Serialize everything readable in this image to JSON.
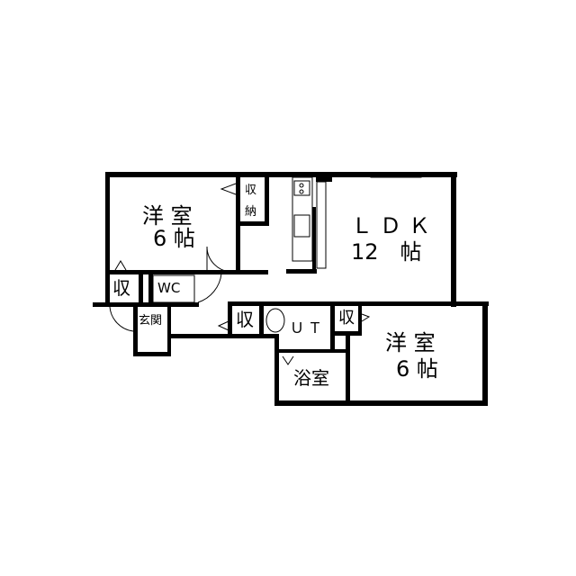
{
  "floor_plan": {
    "rooms": {
      "bedroom_1": {
        "name": "洋 室",
        "size": "6 帖"
      },
      "ldk": {
        "name": "ＬＤＫ",
        "size": "12　帖"
      },
      "bedroom_2": {
        "name": "洋 室",
        "size": "6 帖"
      },
      "closet_1": "収納",
      "storage_left": "収",
      "wc": "WC",
      "entrance": "玄関",
      "storage_hall": "収",
      "utility": "ＵＴ",
      "storage_right": "収",
      "bath": "浴室"
    }
  }
}
